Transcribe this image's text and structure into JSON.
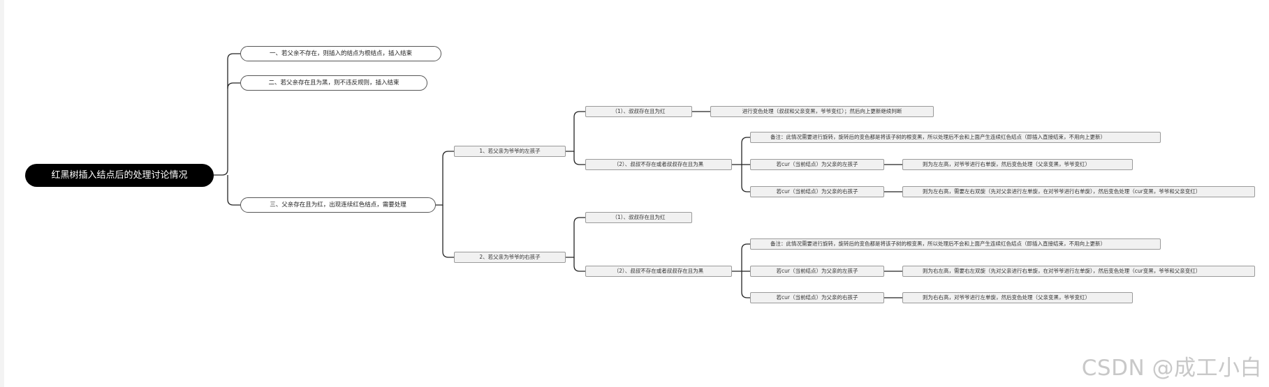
{
  "root": {
    "label": "红黑树插入结点后的处理讨论情况"
  },
  "level1": [
    "一、若父亲不存在，则插入的结点为根结点，插入结束",
    "二、若父亲存在且为黑，则不违反规则，插入结束",
    "三、父亲存在且为红，出现连续红色结点，需要处理"
  ],
  "case_left": {
    "label": "1、若父亲为爷爷的左孩子",
    "a": {
      "label": "（1）、叔叔存在且为红",
      "action": "进行变色处理（叔叔和父亲变黑，爷爷变红）；然后向上更新继续判断"
    },
    "b": {
      "label": "（2）、叔叔不存在或者叔叔存在且为黑",
      "note": "备注：此情况需要进行旋转，旋转后的变色都是将该子树的根变黑，所以处理后不会和上面产生连续红色结点（即插入直接结束，不用向上更新）",
      "left_child": "若cur（当前结点）为父亲的左孩子",
      "left_action": "则为左左高，对爷爷进行右单旋，然后变色处理（父亲变黑，爷爷变红）",
      "right_child": "若cur（当前结点）为父亲的右孩子",
      "right_action": "则为左右高，需要左右双旋（先对父亲进行左单旋，在对爷爷进行右单旋），然后变色处理（cur变黑，爷爷和父亲变红）"
    }
  },
  "case_right": {
    "label": "2、若父亲为爷爷的右孩子",
    "a": {
      "label": "（1）、叔叔存在且为红"
    },
    "b": {
      "label": "（2）、叔叔不存在或者叔叔存在且为黑",
      "note": "备注：此情况需要进行旋转，旋转后的变色都是将该子树的根变黑，所以处理后不会和上面产生连续红色结点（即插入直接结束，不用向上更新）",
      "left_child": "若cur（当前结点）为父亲的左孩子",
      "left_action": "则为右左高，需要右左双旋（先对父亲进行右单旋，在对爷爷进行左单旋），然后变色处理（cur变黑，爷爷和父亲变红）",
      "right_child": "若cur（当前结点）为父亲的右孩子",
      "right_action": "则为右右高，对爷爷进行左单旋，然后变色处理（父亲变黑，爷爷变红）"
    }
  },
  "watermark": "CSDN @成工小白"
}
